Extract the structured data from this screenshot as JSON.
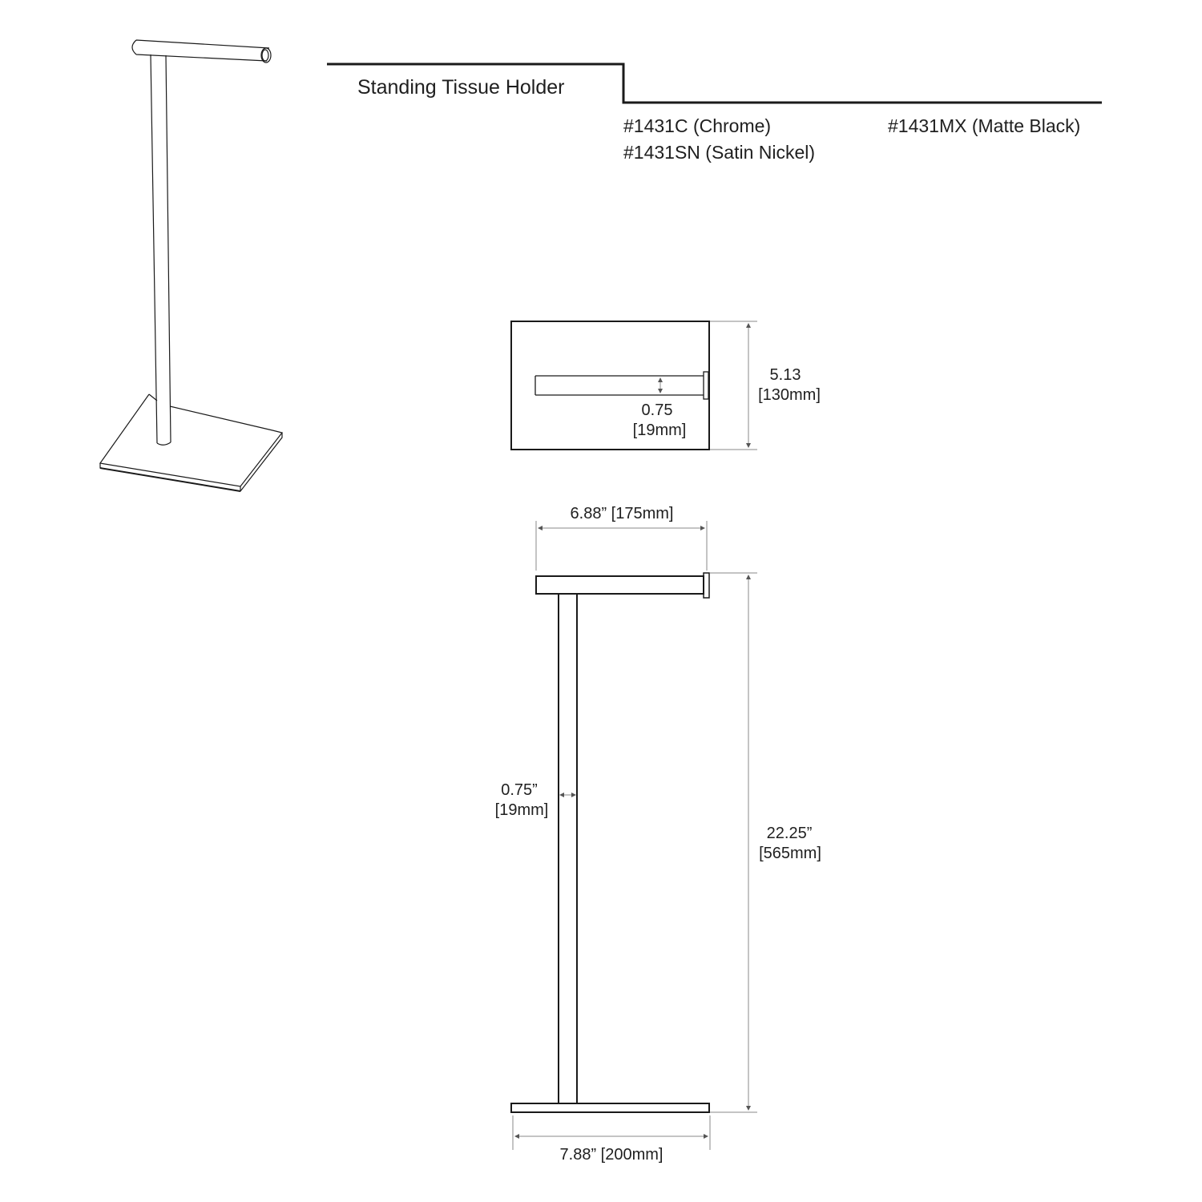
{
  "header": {
    "title": "Standing Tissue Holder",
    "finishes": [
      "#1431C (Chrome)",
      "#1431SN (Satin Nickel)",
      "#1431MX (Matte Black)"
    ]
  },
  "top_view": {
    "bar_diameter": "0.75",
    "bar_diameter_mm": "[19mm]",
    "depth": "5.13",
    "depth_mm": "[130mm]"
  },
  "front_view": {
    "arm_width": "6.88” [175mm]",
    "pole_diameter": "0.75”",
    "pole_diameter_mm": "[19mm]",
    "height": "22.25”",
    "height_mm": "[565mm]",
    "base_width": "7.88” [200mm]"
  }
}
